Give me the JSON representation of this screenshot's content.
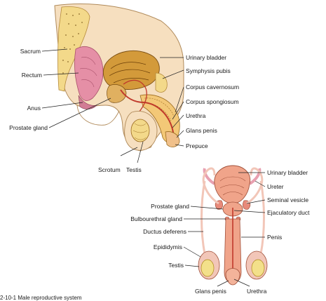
{
  "figure": {
    "caption": "2-10-1 Male reproductive system"
  },
  "sagittal": {
    "labels_left": [
      "Sacrum",
      "Rectum",
      "Anus",
      "Prostate gland"
    ],
    "labels_right": [
      "Urinary bladder",
      "Symphysis pubis",
      "Corpus cavernosum",
      "Corpus spongiosum",
      "Urethra",
      "Glans penis",
      "Prepuce"
    ],
    "labels_bottom": [
      "Scrotum",
      "Testis"
    ]
  },
  "frontal": {
    "labels_left": [
      "Prostate gland",
      "Bulbourethral gland",
      "Ductus deferens",
      "Epididymis",
      "Testis"
    ],
    "labels_right": [
      "Urinary bladder",
      "Ureter",
      "Seminal vesicle",
      "Ejaculatory duct",
      "Penis"
    ],
    "labels_bottom": [
      "Glans penis",
      "Urethra"
    ]
  },
  "colors": {
    "skin": "#f6dfbf",
    "skin_dark": "#e8c39a",
    "bone": "#f3d98a",
    "rectum": "#e58fa6",
    "bladder": "#d39a3a",
    "red": "#c0392b",
    "leader": "#222222"
  }
}
